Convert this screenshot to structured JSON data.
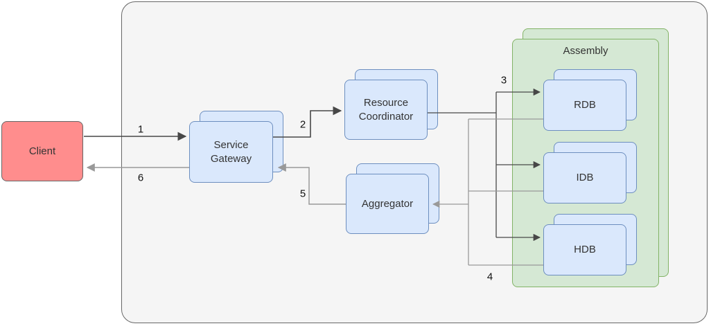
{
  "diagram": {
    "type": "architecture-flow",
    "nodes": {
      "client": {
        "label": "Client",
        "shape": "rounded-rect",
        "fill": "#FF8D8D"
      },
      "service_gateway": {
        "label": "Service\nGateway",
        "shape": "stacked-rounded-rect",
        "fill": "#DAE8FC"
      },
      "resource_coordinator": {
        "label": "Resource\nCoordinator",
        "shape": "stacked-rounded-rect",
        "fill": "#DAE8FC"
      },
      "aggregator": {
        "label": "Aggregator",
        "shape": "stacked-rounded-rect",
        "fill": "#DAE8FC"
      },
      "assembly": {
        "label": "Assembly",
        "shape": "stacked-container",
        "fill": "#D5E8D4"
      },
      "rdb": {
        "label": "RDB",
        "shape": "stacked-rounded-rect",
        "fill": "#DAE8FC",
        "parent": "assembly"
      },
      "idb": {
        "label": "IDB",
        "shape": "stacked-rounded-rect",
        "fill": "#DAE8FC",
        "parent": "assembly"
      },
      "hdb": {
        "label": "HDB",
        "shape": "stacked-rounded-rect",
        "fill": "#DAE8FC",
        "parent": "assembly"
      }
    },
    "edges": [
      {
        "label": "1",
        "from": "client",
        "to": "service_gateway",
        "style": "request"
      },
      {
        "label": "2",
        "from": "service_gateway",
        "to": "resource_coordinator",
        "style": "request"
      },
      {
        "label": "3",
        "from": "resource_coordinator",
        "to": [
          "rdb",
          "idb",
          "hdb"
        ],
        "style": "request"
      },
      {
        "label": "4",
        "from": [
          "rdb",
          "idb",
          "hdb"
        ],
        "to": "aggregator",
        "style": "response"
      },
      {
        "label": "5",
        "from": "aggregator",
        "to": "service_gateway",
        "style": "response"
      },
      {
        "label": "6",
        "from": "service_gateway",
        "to": "client",
        "style": "response"
      }
    ],
    "colors": {
      "blue_fill": "#DAE8FC",
      "blue_border": "#6C8EBF",
      "green_fill": "#D5E8D4",
      "green_border": "#82B366",
      "client_fill": "#FF8D8D",
      "client_border": "#666666",
      "panel_fill": "#F5F5F5",
      "panel_border": "#666666",
      "request_edge": "#474747",
      "response_edge": "#999999"
    }
  }
}
